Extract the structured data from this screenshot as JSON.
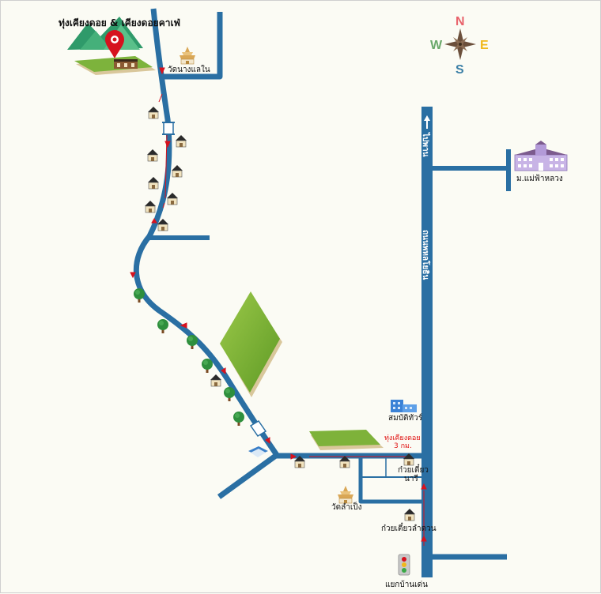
{
  "destination": {
    "name": "ทุ่งเคียงดอย & เคียงดอยคาเฟ่"
  },
  "places": {
    "wat_nang_lae_nai": "วัดนางแลใน",
    "mae_fah_luang_univ": "ม.แม่ฟ้าหลวง",
    "sommit_tower": "สมบัติทัวร์",
    "wat_lam_ping": "วัดลำเป็ง",
    "noodle_nari": "ก๋วยเตี๋ยว\nนารี",
    "noodle_lamduan": "ก๋วยเตี๋ยวลำดวน",
    "yaek_ban_den": "แยกบ้านเด่น"
  },
  "road": {
    "main_highway": "ถนนพหลโยธิน",
    "to_phan": "ไปพาน"
  },
  "distance_note": {
    "line1": "ทุ่งเคียงดอย",
    "line2": "3 กม."
  },
  "compass": {
    "north": "N",
    "south": "S",
    "east": "E",
    "west": "W",
    "colors": {
      "north": "#e8626b",
      "south": "#3b7fa6",
      "east": "#f0b81b",
      "west": "#6aa86a"
    }
  },
  "colors": {
    "road": "#2a6fa3",
    "route": "#d6121e",
    "field": "#86b83a"
  }
}
